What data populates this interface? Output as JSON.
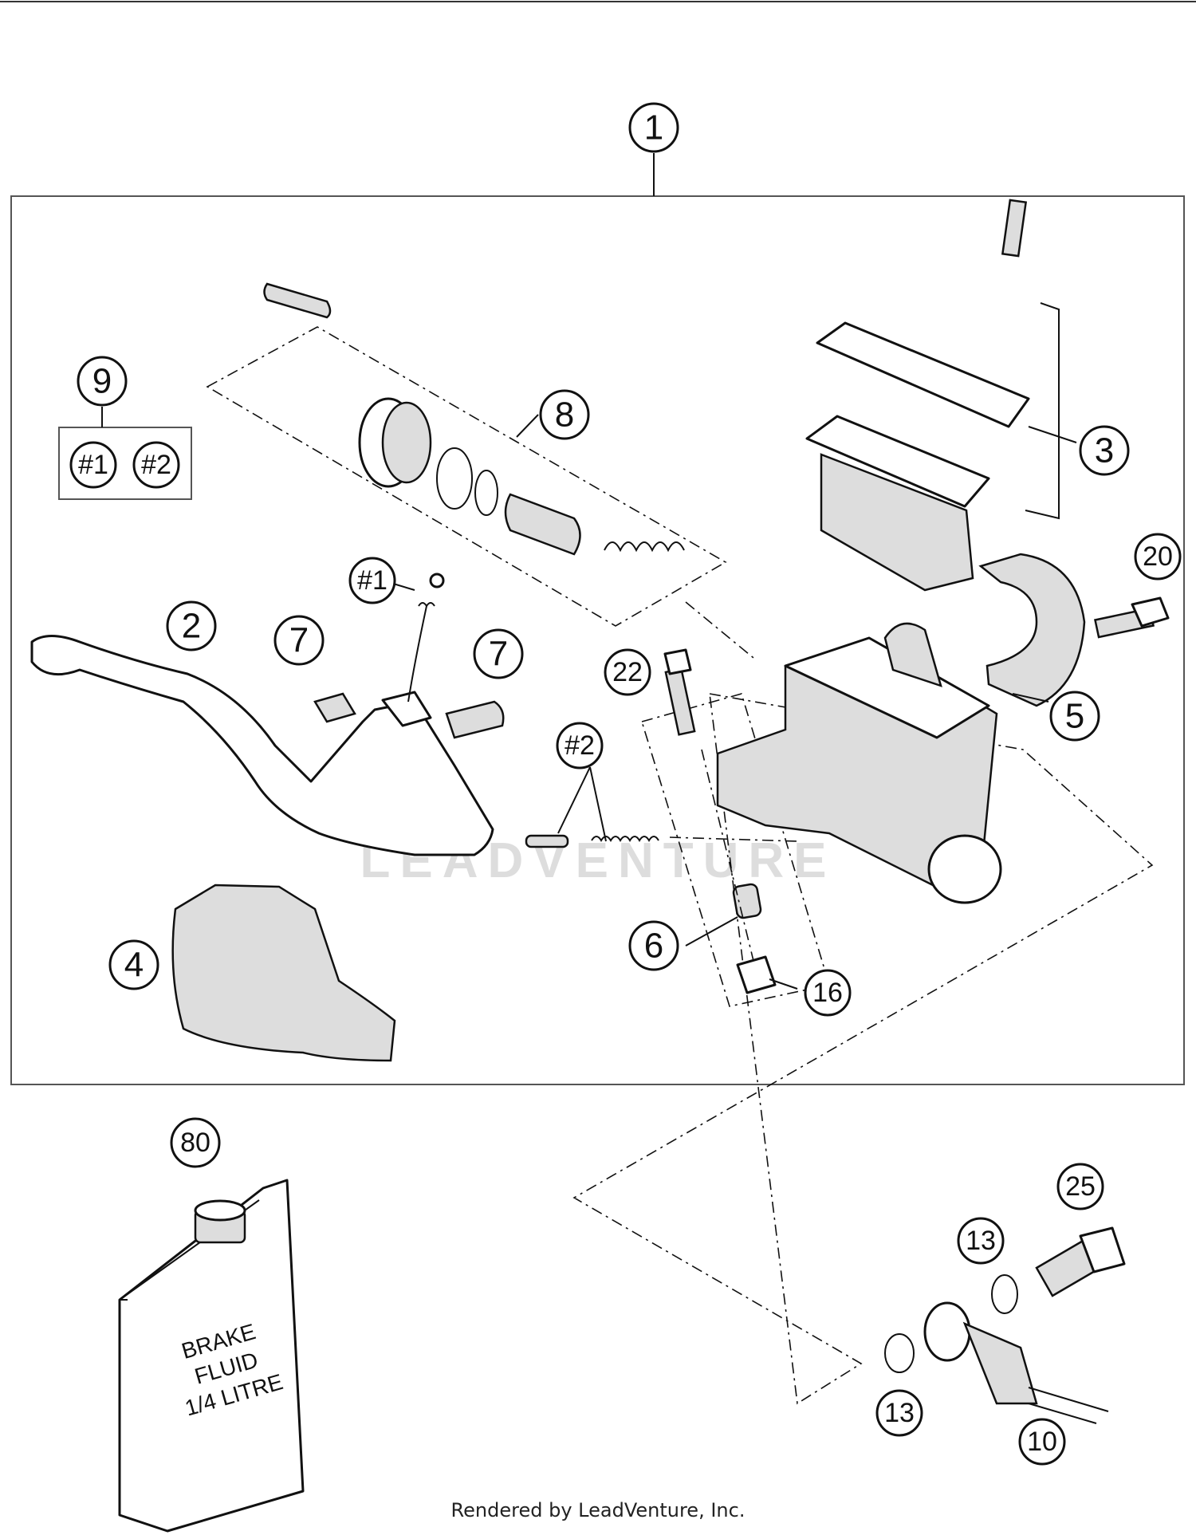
{
  "diagram": {
    "callouts": [
      "1",
      "2",
      "3",
      "4",
      "5",
      "6",
      "7",
      "7",
      "8",
      "9",
      "#1",
      "#2",
      "#1",
      "#2",
      "13",
      "13",
      "10",
      "16",
      "20",
      "22",
      "25",
      "80"
    ],
    "container_label": "BRAKE FLUID 1/4 LITRE",
    "container_lines": [
      "BRAKE",
      "FLUID",
      "1/4 LITRE"
    ],
    "watermark": "LEADVENTURE"
  },
  "footer": {
    "credit": "Rendered by LeadVenture, Inc."
  }
}
